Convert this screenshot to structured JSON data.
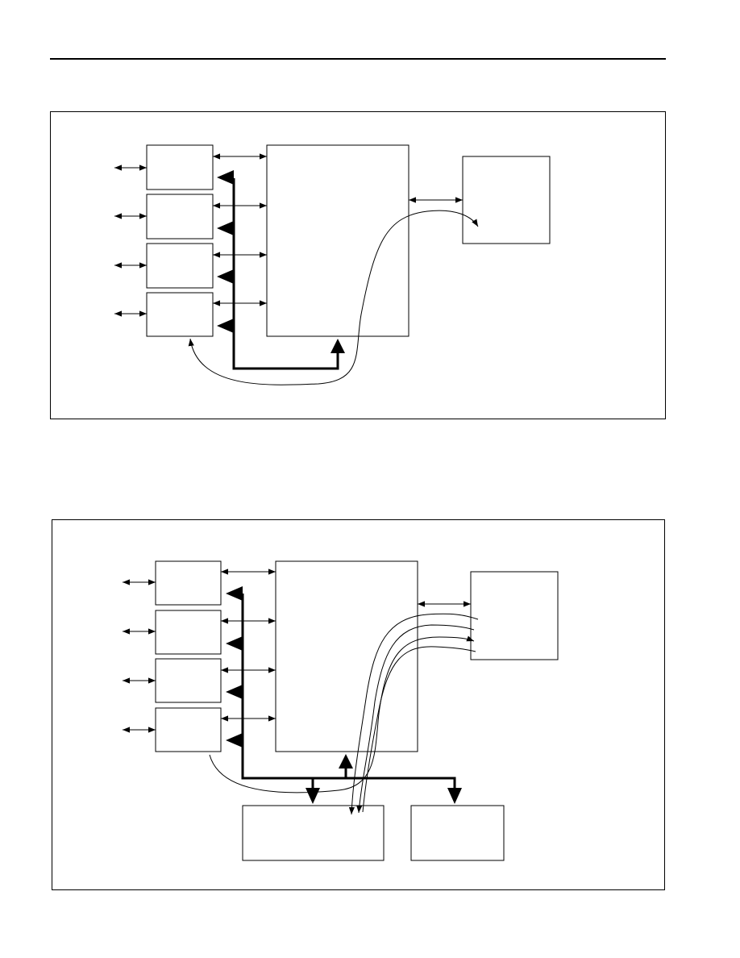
{
  "page": {
    "background": "#ffffff",
    "line_color": "#000000"
  },
  "figures": [
    {
      "id": "figure-1",
      "blocks": [
        "port-block-1",
        "port-block-2",
        "port-block-3",
        "port-block-4",
        "central-block",
        "peripheral-block"
      ]
    },
    {
      "id": "figure-2",
      "blocks": [
        "port-block-1",
        "port-block-2",
        "port-block-3",
        "port-block-4",
        "central-block",
        "peripheral-block",
        "lower-block-left",
        "lower-block-right"
      ]
    }
  ]
}
